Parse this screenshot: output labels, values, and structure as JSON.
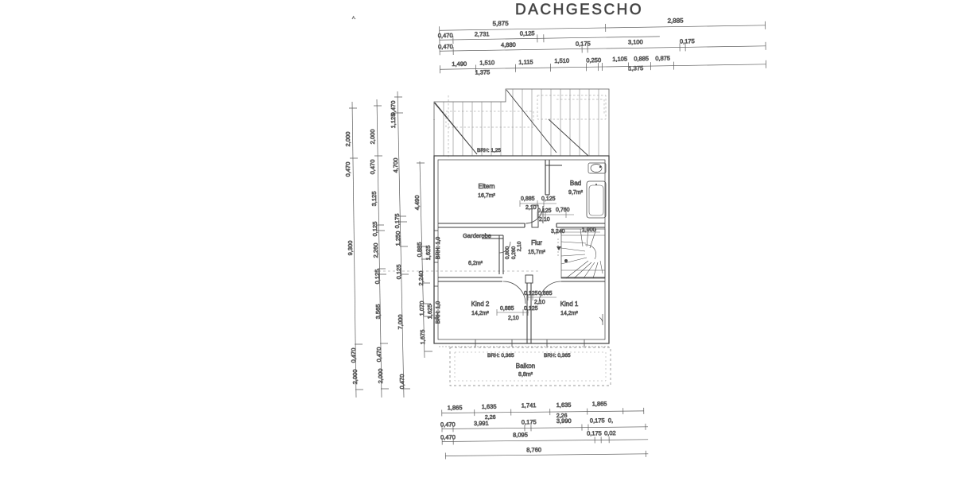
{
  "sheet": {
    "title": "DACHGESCHO",
    "title_full_note": "DACHGESCHOSS (cropped at right edge)",
    "background": "#ffffff",
    "ink": "#3a3a3a",
    "line": "#555555"
  },
  "rooms": [
    {
      "id": "eltern",
      "name": "Eltern",
      "area": "16,7m²"
    },
    {
      "id": "bad",
      "name": "Bad",
      "area": "9,7m²"
    },
    {
      "id": "garderobe",
      "name": "Garderobe",
      "area": "6,2m²"
    },
    {
      "id": "flur",
      "name": "Flur",
      "area": "15,7m²"
    },
    {
      "id": "kind2",
      "name": "Kind 2",
      "area": "14,2m²"
    },
    {
      "id": "kind1",
      "name": "Kind 1",
      "area": "14,2m²"
    },
    {
      "id": "balkon",
      "name": "Balkon",
      "area": "8,8m²"
    }
  ],
  "brh_labels": [
    {
      "id": "brh-roof",
      "text": "BRH: 1,25"
    },
    {
      "id": "brh-balkon-l",
      "text": "BRH: 0,365"
    },
    {
      "id": "brh-balkon-r",
      "text": "BRH: 0,365"
    },
    {
      "id": "brh-left-upper",
      "text": "BRH: 1,0"
    },
    {
      "id": "brh-left-lower",
      "text": "BRH: 1,0"
    }
  ],
  "dimensions": {
    "top": [
      {
        "row": 1,
        "values": [
          "5,875",
          "2,885"
        ]
      },
      {
        "row": 2,
        "values": [
          "0,470",
          "2,731",
          "0,125"
        ]
      },
      {
        "row": 3,
        "values": [
          "0,470",
          "4,880",
          "0,175",
          "3,100",
          "0,175"
        ]
      },
      {
        "row": 4,
        "values": [
          "1,490",
          "1,510",
          "1,115",
          "1,510",
          "0,250",
          "1,105",
          "0,885",
          "0,875"
        ]
      },
      {
        "row": 5,
        "values": [
          "1,375",
          "1,375"
        ]
      }
    ],
    "bottom": [
      {
        "row": 1,
        "values": [
          "1,865",
          "1,635",
          "1,741",
          "1,635",
          "1,865"
        ]
      },
      {
        "row": 2,
        "values": [
          "2,26",
          "2,26"
        ]
      },
      {
        "row": 3,
        "values": [
          "0,470",
          "3,991",
          "0,175",
          "3,990",
          "0,175",
          "0,"
        ]
      },
      {
        "row": 4,
        "values": [
          "0,470",
          "8,095",
          "0,175",
          "0,02"
        ]
      },
      {
        "row": 5,
        "values": [
          "8,760"
        ]
      }
    ],
    "left": [
      {
        "col": 1,
        "values": [
          "2,000",
          "0,470",
          "9,300",
          "0,470",
          "2,000"
        ]
      },
      {
        "col": 2,
        "values": [
          "2,000",
          "0,470",
          "3,125",
          "0,125",
          "2,260",
          "0,125",
          "3,565",
          "0,470",
          "2,000"
        ]
      },
      {
        "col": 3,
        "values": [
          "0,470",
          "1,125",
          "4,700",
          "0,175",
          "1,250",
          "0,125",
          "7,000",
          "0,470"
        ]
      },
      {
        "col": 4,
        "values": [
          "4,490",
          "0,885",
          "1,625",
          "2,240",
          "1,070",
          "1,625",
          "1,675"
        ]
      }
    ]
  },
  "interior_dimensions": [
    {
      "id": "eltern-door-w",
      "text": "0,885"
    },
    {
      "id": "eltern-door-p",
      "text": "0,125"
    },
    {
      "id": "eltern-door-h",
      "text": "2,10"
    },
    {
      "id": "bad-door-p",
      "text": "0,125"
    },
    {
      "id": "bad-door-w",
      "text": "0,760"
    },
    {
      "id": "bad-door-h",
      "text": "2,10"
    },
    {
      "id": "stair-run",
      "text": "3,240"
    },
    {
      "id": "stair-width",
      "text": "1,000"
    },
    {
      "id": "gard-door-a",
      "text": "0,800"
    },
    {
      "id": "gard-door-b",
      "text": "0,260"
    },
    {
      "id": "gard-door-h",
      "text": "2,10"
    },
    {
      "id": "kind1-door-p",
      "text": "0,125"
    },
    {
      "id": "kind1-door-w",
      "text": "0,885"
    },
    {
      "id": "kind1-door-h",
      "text": "2,10"
    },
    {
      "id": "kind2-door-w",
      "text": "0,885"
    },
    {
      "id": "kind2-door-p",
      "text": "0,125"
    },
    {
      "id": "kind2-door-h",
      "text": "2,10"
    }
  ]
}
